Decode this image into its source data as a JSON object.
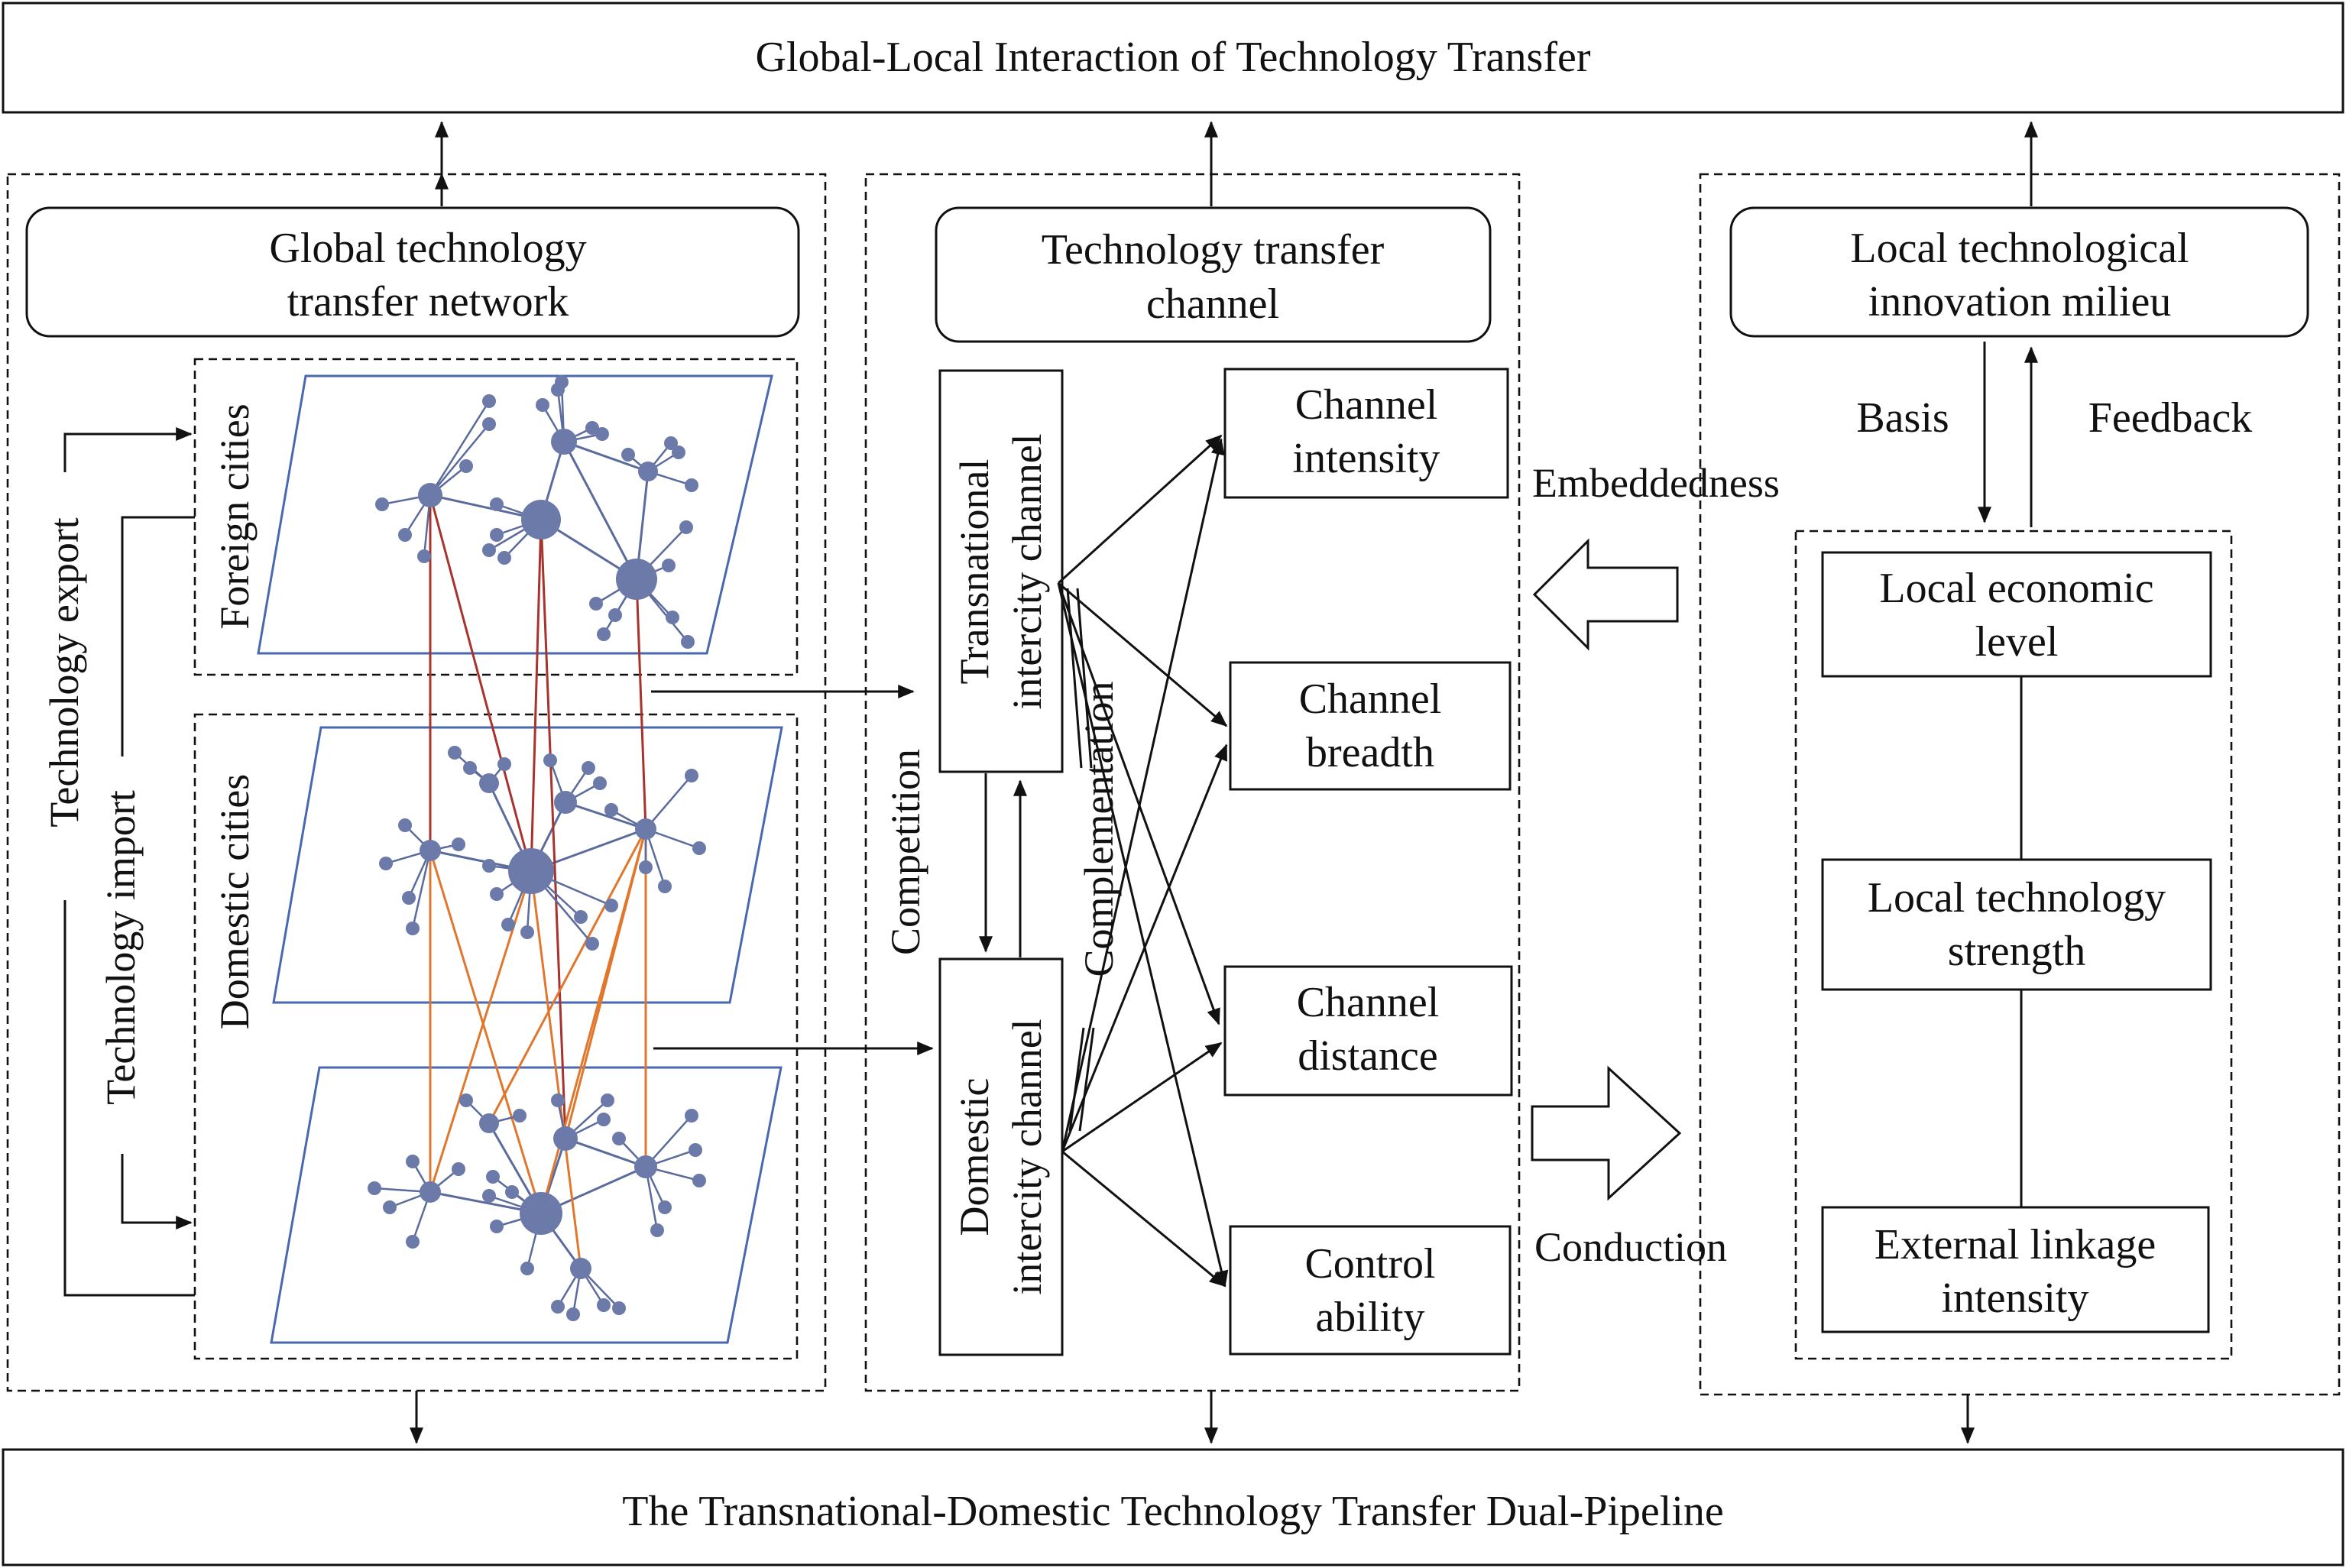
{
  "top_banner": "Global-Local Interaction of Technology Transfer",
  "bottom_banner": "The Transnational-Domestic Technology Transfer Dual-Pipeline",
  "left_panel": {
    "title_line1": "Global technology",
    "title_line2": "transfer network",
    "foreign_label": "Foreign cities",
    "domestic_label": "Domestic cities",
    "export_label": "Technology export",
    "import_label": "Technology import"
  },
  "middle_panel": {
    "title_line1": "Technology transfer",
    "title_line2": "channel",
    "transnational_line1": "Transnational",
    "transnational_line2": "intercity channel",
    "domestic_line1": "Domestic",
    "domestic_line2": "intercity channel",
    "competition": "Competition",
    "complementation": "Complementation",
    "channels": [
      {
        "line1": "Channel",
        "line2": "intensity"
      },
      {
        "line1": "Channel",
        "line2": "breadth"
      },
      {
        "line1": "Channel",
        "line2": "distance"
      },
      {
        "line1": "Control",
        "line2": "ability"
      }
    ]
  },
  "connectors": {
    "embeddedness": "Embeddedness",
    "conduction": "Conduction"
  },
  "right_panel": {
    "title_line1": "Local technological",
    "title_line2": "innovation milieu",
    "basis": "Basis",
    "feedback": "Feedback",
    "factors": [
      {
        "line1": "Local economic",
        "line2": "level"
      },
      {
        "line1": "Local technology",
        "line2": "strength"
      },
      {
        "line1": "External linkage",
        "line2": "intensity"
      }
    ]
  },
  "colors": {
    "line": "#111111",
    "plane_outline": "#4a68b0",
    "node": "#6b7aa8",
    "foreign_domestic_link": "#a8322d",
    "domestic_link": "#e0772c"
  }
}
